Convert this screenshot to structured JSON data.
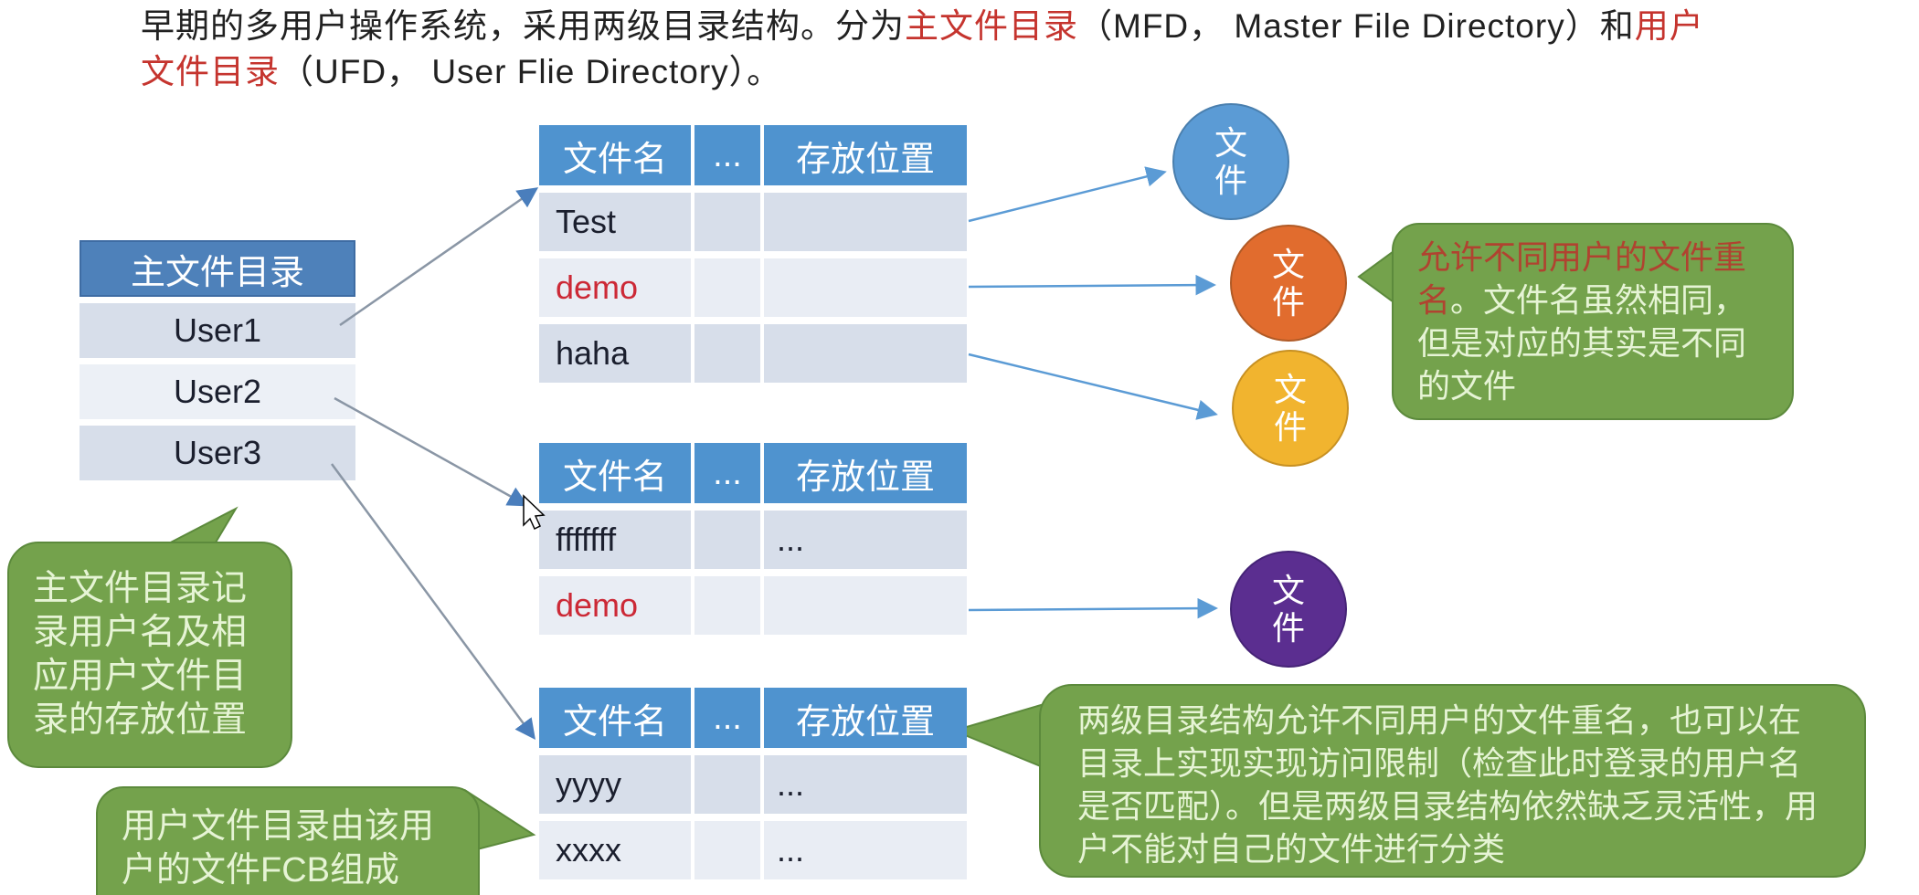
{
  "title": {
    "l1a": "早期的多用户操作系统，采用两级目录结构。分为",
    "l1b": "主文件目录",
    "l1c": "（MFD， Master File Directory）和",
    "l1d": "用户",
    "l2a": "文件目录",
    "l2b": "（UFD， User Flie Directory）。"
  },
  "mfd": {
    "header": "主文件目录",
    "rows": [
      "User1",
      "User2",
      "User3"
    ]
  },
  "ufd": {
    "col_name": "文件名",
    "col_dots": "...",
    "col_loc": "存放位置"
  },
  "tables": {
    "user1": {
      "rows": [
        {
          "name": "Test",
          "loc": ""
        },
        {
          "name": "demo",
          "loc": ""
        },
        {
          "name": "haha",
          "loc": ""
        }
      ]
    },
    "user2": {
      "rows": [
        {
          "name": "fffffff",
          "loc": "..."
        },
        {
          "name": "demo",
          "loc": ""
        }
      ]
    },
    "user3": {
      "rows": [
        {
          "name": "yyyy",
          "loc": "..."
        },
        {
          "name": "xxxx",
          "loc": "..."
        }
      ]
    }
  },
  "circle": {
    "top": "文",
    "bottom": "件"
  },
  "callouts": {
    "mfd_note": "主文件目录记录用户名及相应用户文件目录的存放位置",
    "ufd_note": "用户文件目录由该用户的文件FCB组成",
    "rename_note_red": "允许不同用户的文件重名",
    "rename_note_rest": "。文件名虽然相同，但是对应的其实是不同的文件",
    "summary_note": "两级目录结构允许不同用户的文件重名，也可以在目录上实现实现访问限制（检查此时登录的用户名是否匹配）。但是两级目录结构依然缺乏灵活性，用户不能对自己的文件进行分类"
  },
  "colors": {
    "mfd_header_bg": "#4e81ba",
    "ufd_header_bg": "#4f93cf",
    "row_dark": "#d7deea",
    "row_light": "#e9edf4",
    "green_bubble": "#74a24c",
    "green_bubble_border": "#5c8a3c",
    "bubble_text": "#e6f4d5",
    "bubble_red_text": "#b04330",
    "title_red": "#c5342e",
    "demo_red": "#cc2936",
    "arrow_blue": "#5b9bd5",
    "arrow_gray": "#8a96a5",
    "circle_blue": "#5b9bd5",
    "circle_orange": "#e16c2e",
    "circle_yellow": "#f1b42f",
    "circle_purple": "#5b2e90"
  }
}
